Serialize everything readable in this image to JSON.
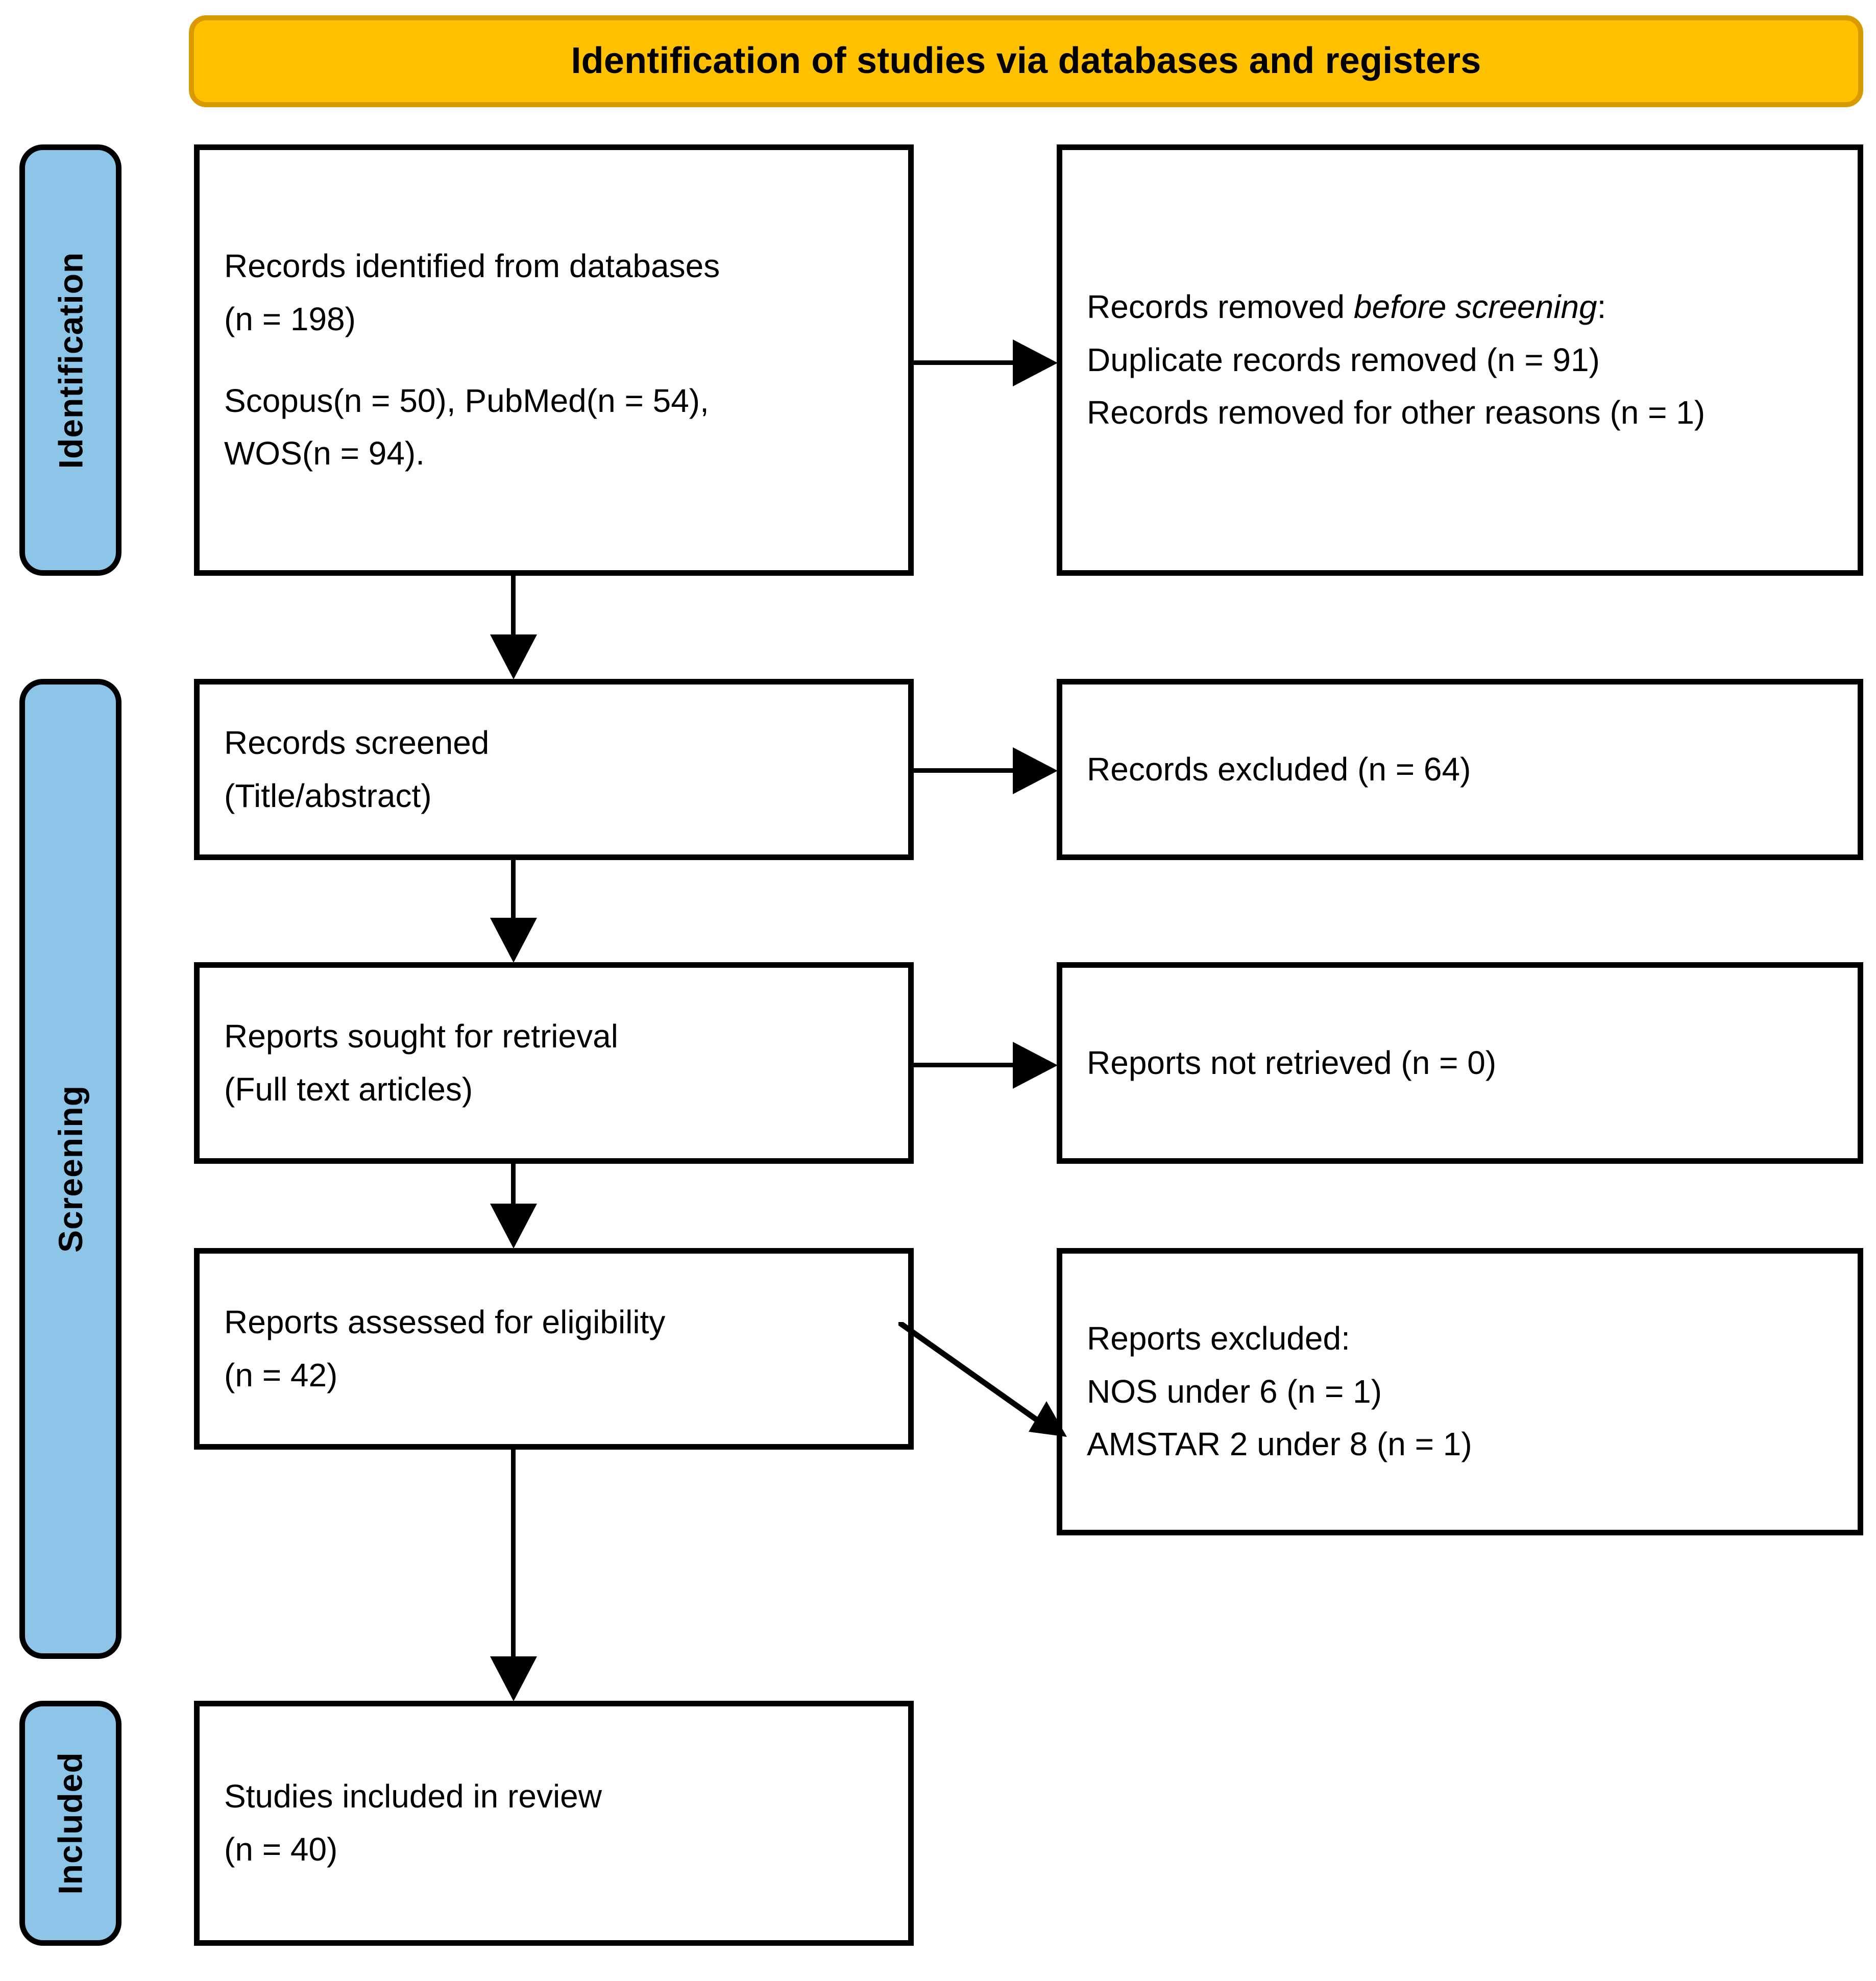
{
  "header": {
    "title": "Identification of studies via databases and registers",
    "fill_color": "#ffc000",
    "border_color": "#d99a00"
  },
  "phases": {
    "fill_color": "#8cc5e8",
    "identification": "Identification",
    "screening": "Screening",
    "included": "Included"
  },
  "boxes": {
    "identified": {
      "line1": "Records identified from databases",
      "line2": "(n = 198)",
      "line3": "Scopus(n = 50), PubMed(n = 54),",
      "line4": "WOS(n = 94)."
    },
    "removed": {
      "line1_pre": "Records removed ",
      "line1_em": "before screening",
      "line1_post": ":",
      "line2": "Duplicate records removed (n = 91)",
      "line3": "Records removed for other reasons (n = 1)"
    },
    "screened": {
      "line1": "Records screened",
      "line2": "(Title/abstract)"
    },
    "excluded": {
      "line1": "Records excluded (n = 64)"
    },
    "sought": {
      "line1": "Reports sought for retrieval",
      "line2": "(Full text articles)"
    },
    "not_retrieved": {
      "line1": "Reports not retrieved (n = 0)"
    },
    "eligibility": {
      "line1": "Reports assessed for eligibility",
      "line2": "(n = 42)"
    },
    "reports_excluded": {
      "line1": "Reports excluded:",
      "line2": "NOS under 6 (n = 1)",
      "line3": "AMSTAR 2 under 8 (n = 1)"
    },
    "included": {
      "line1": "Studies included in review",
      "line2": "(n = 40)"
    }
  },
  "chart_data": {
    "type": "diagram",
    "title": "Identification of studies via databases and registers",
    "nodes": [
      {
        "id": "identified",
        "phase": "Identification",
        "label": "Records identified from databases",
        "n": 198,
        "sources": [
          {
            "name": "Scopus",
            "n": 50
          },
          {
            "name": "PubMed",
            "n": 54
          },
          {
            "name": "WOS",
            "n": 94
          }
        ]
      },
      {
        "id": "removed",
        "phase": "Identification",
        "label": "Records removed before screening",
        "items": [
          {
            "name": "Duplicate records removed",
            "n": 91
          },
          {
            "name": "Records removed for other reasons",
            "n": 1
          }
        ]
      },
      {
        "id": "screened",
        "phase": "Screening",
        "label": "Records screened (Title/abstract)"
      },
      {
        "id": "excluded",
        "phase": "Screening",
        "label": "Records excluded",
        "n": 64
      },
      {
        "id": "sought",
        "phase": "Screening",
        "label": "Reports sought for retrieval (Full text articles)"
      },
      {
        "id": "not_retrieved",
        "phase": "Screening",
        "label": "Reports not retrieved",
        "n": 0
      },
      {
        "id": "eligibility",
        "phase": "Screening",
        "label": "Reports assessed for eligibility",
        "n": 42
      },
      {
        "id": "reports_excluded",
        "phase": "Screening",
        "label": "Reports excluded",
        "items": [
          {
            "name": "NOS under 6",
            "n": 1
          },
          {
            "name": "AMSTAR 2 under 8",
            "n": 1
          }
        ]
      },
      {
        "id": "included",
        "phase": "Included",
        "label": "Studies included in review",
        "n": 40
      }
    ],
    "edges": [
      {
        "from": "identified",
        "to": "removed",
        "direction": "right"
      },
      {
        "from": "identified",
        "to": "screened",
        "direction": "down"
      },
      {
        "from": "screened",
        "to": "excluded",
        "direction": "right"
      },
      {
        "from": "screened",
        "to": "sought",
        "direction": "down"
      },
      {
        "from": "sought",
        "to": "not_retrieved",
        "direction": "right"
      },
      {
        "from": "sought",
        "to": "eligibility",
        "direction": "down"
      },
      {
        "from": "eligibility",
        "to": "reports_excluded",
        "direction": "diagonal-right"
      },
      {
        "from": "eligibility",
        "to": "included",
        "direction": "down"
      }
    ]
  }
}
